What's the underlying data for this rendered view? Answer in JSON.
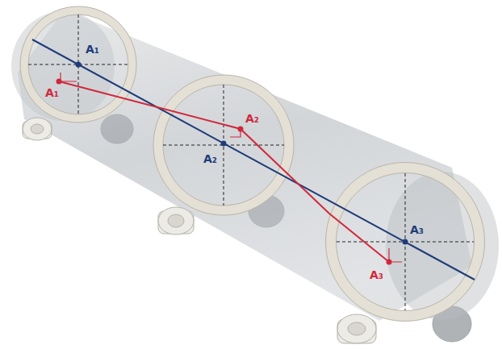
{
  "diagram": {
    "labels": [
      "A₁",
      "A₁",
      "A₂",
      "A₂",
      "A₃",
      "A₃"
    ]
  }
}
